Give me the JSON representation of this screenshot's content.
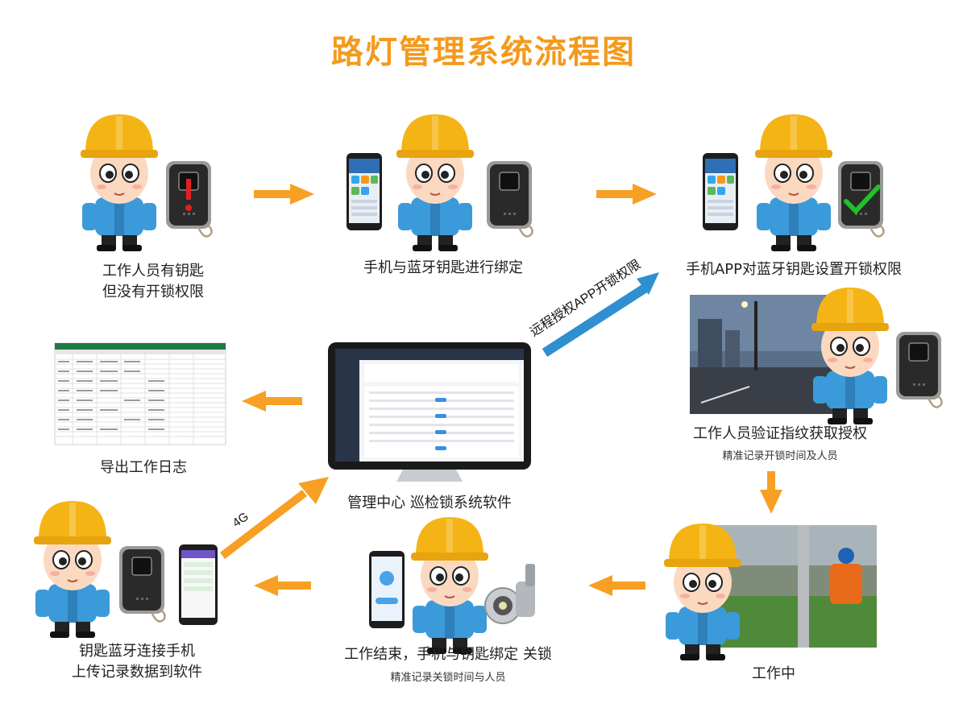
{
  "title": "路灯管理系统流程图",
  "steps": {
    "s1": {
      "line1": "工作人员有钥匙",
      "line2": "但没有开锁权限"
    },
    "s2": {
      "line1": "手机与蓝牙钥匙进行绑定"
    },
    "s3": {
      "line1": "手机APP对蓝牙钥匙设置开锁权限"
    },
    "s4": {
      "line1": "工作人员验证指纹获取授权",
      "sub": "精准记录开锁时间及人员"
    },
    "s5": {
      "line1": "工作中"
    },
    "s6": {
      "line1": "工作结束，手机与钥匙绑定 关锁",
      "sub": "精准记录关锁时间与人员"
    },
    "s7": {
      "line1": "钥匙蓝牙连接手机",
      "line2": "上传记录数据到软件"
    },
    "center": {
      "line1": "管理中心 巡检锁系统软件"
    },
    "export": {
      "line1": "导出工作日志"
    }
  },
  "arrows": {
    "remote_label": "远程授权APP开锁权限",
    "net_label": "4G"
  },
  "colors": {
    "title": "#f39a1e",
    "arrow": "#f7a023",
    "blue_arrow": "#2f8fd0",
    "helmet": "#f5b415",
    "shirt": "#3b9ad9"
  }
}
